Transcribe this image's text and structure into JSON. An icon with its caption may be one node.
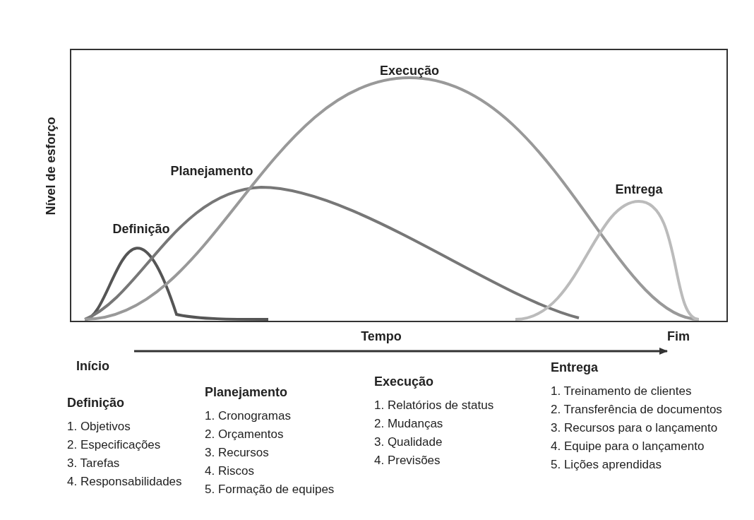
{
  "diagram": {
    "labels": [
      "Execução",
      "Nível de esforço",
      "Planejamento",
      "Entrega",
      "Definição",
      "Fim",
      "Tempo",
      "Início",
      "Definição",
      "1. Objetivos",
      "2. Especificações",
      "3. Tarefas",
      "4. Responsabilidades",
      "Planejamento",
      "1. Cronogramas",
      "2. Orçamentos",
      "3. Recursos",
      "4. Riscos",
      "5. Formação de equipes",
      "Execução",
      "1. Relatórios de status",
      "2. Mudanças",
      "3. Qualidade",
      "4. Previsões",
      "Entrega",
      "1. Treinamento de clientes",
      "2. Transferência de documentos",
      "3. Recursos para o lançamento",
      "4. Equipe para o lançamento",
      "5. Lições aprendidas"
    ]
  }
}
